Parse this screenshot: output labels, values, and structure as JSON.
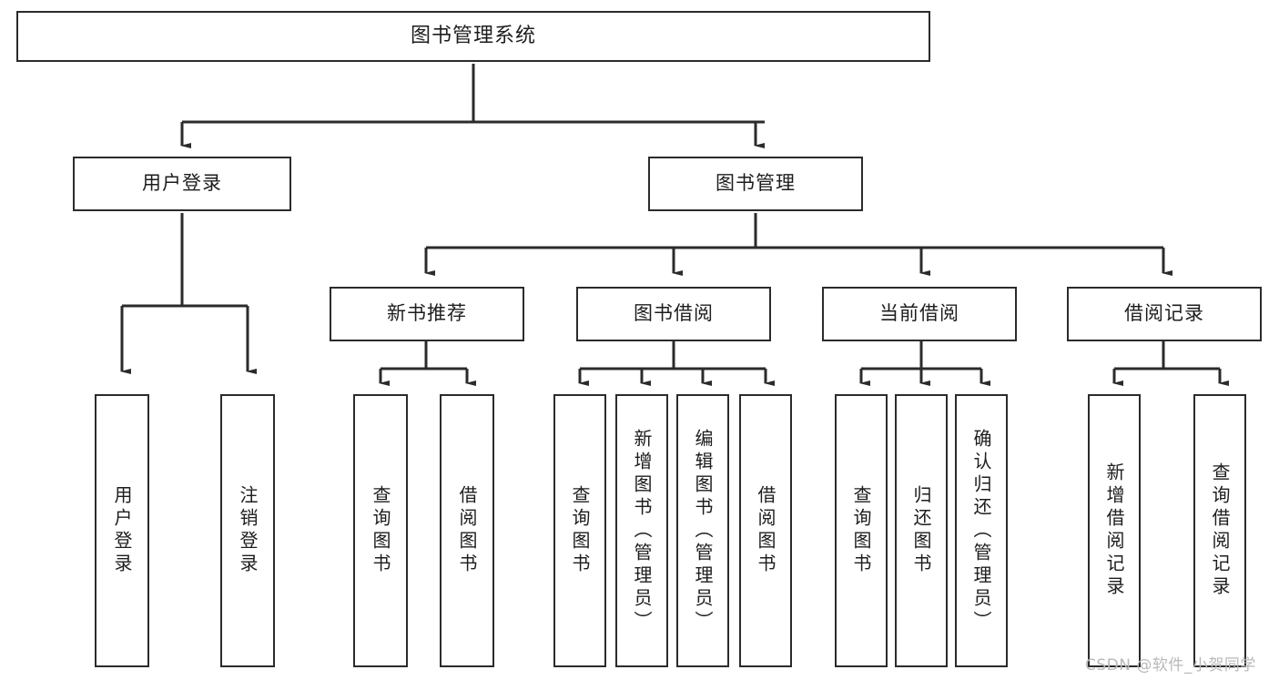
{
  "diagram": {
    "type": "tree-hierarchy",
    "title": "图书管理系统",
    "orientation": "top-down",
    "colors": {
      "box_border": "#2b2b2b",
      "box_fill": "#ffffff",
      "connector": "#2b2b2b",
      "text": "#1d1d1d",
      "watermark": "#b9b9b9",
      "background": "#ffffff"
    }
  },
  "root": {
    "label": "图书管理系统"
  },
  "level2": [
    {
      "label": "用户登录"
    },
    {
      "label": "图书管理"
    }
  ],
  "level3": [
    {
      "label": "新书推荐"
    },
    {
      "label": "图书借阅"
    },
    {
      "label": "当前借阅"
    },
    {
      "label": "借阅记录"
    }
  ],
  "leaves": {
    "user_login": [
      {
        "label": "用户登录"
      },
      {
        "label": "注销登录"
      }
    ],
    "new_book": [
      {
        "label": "查询图书"
      },
      {
        "label": "借阅图书"
      }
    ],
    "book_borrow": [
      {
        "label": "查询图书"
      },
      {
        "label": "新增图书（管理员）"
      },
      {
        "label": "编辑图书（管理员）"
      },
      {
        "label": "借阅图书"
      }
    ],
    "current_borrow": [
      {
        "label": "查询图书"
      },
      {
        "label": "归还图书"
      },
      {
        "label": "确认归还（管理员）"
      }
    ],
    "borrow_record": [
      {
        "label": "新增借阅记录"
      },
      {
        "label": "查询借阅记录"
      }
    ]
  },
  "watermark": {
    "text": "CSDN @软件_小贺同学"
  }
}
